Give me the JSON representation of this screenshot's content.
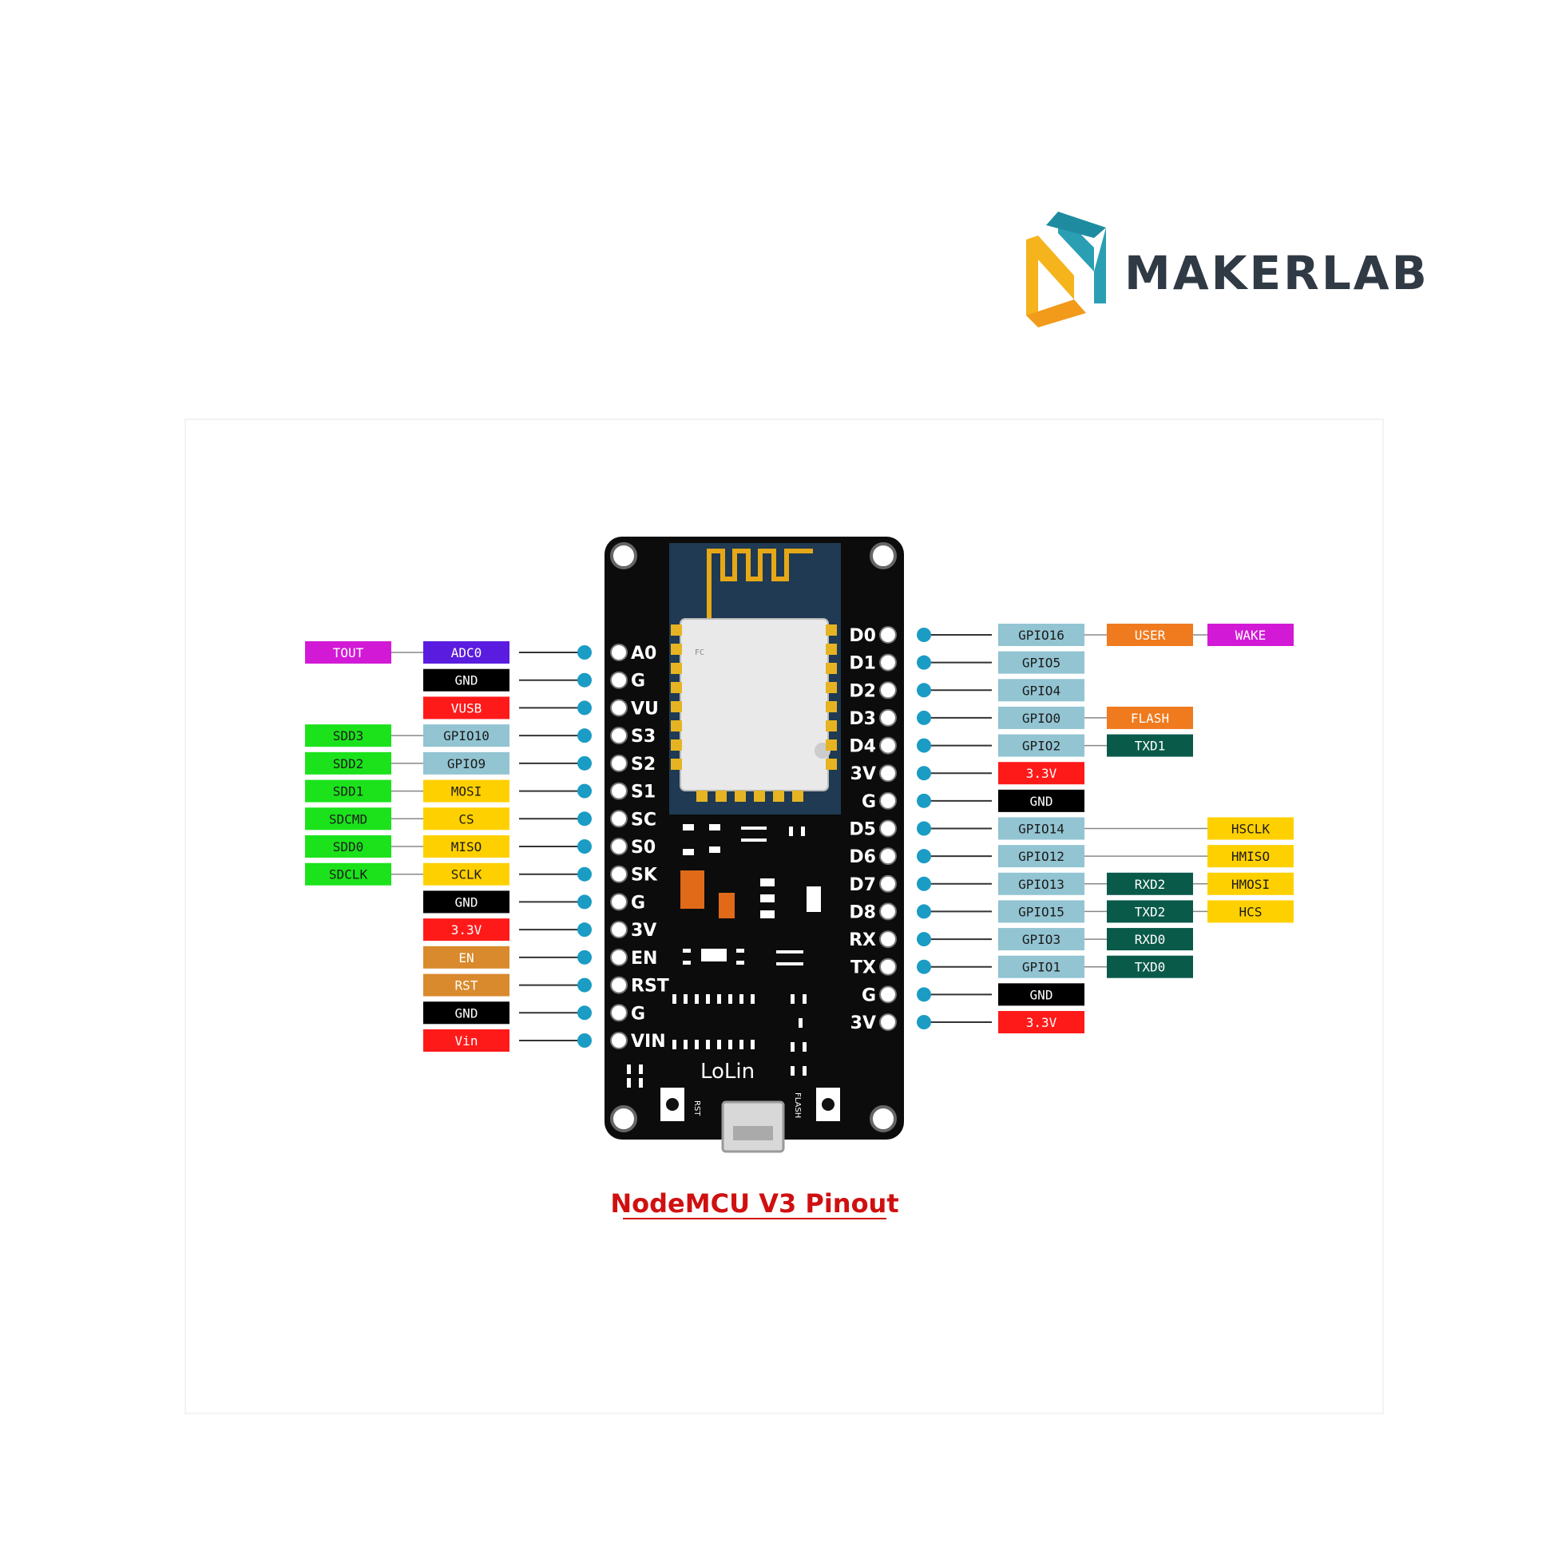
{
  "brand": {
    "name": "MAKERLAB"
  },
  "title": "NodeMCU V3 Pinout",
  "board": {
    "model_label": "LoLin",
    "rst_label": "RST",
    "flash_label": "FLASH"
  },
  "colors": {
    "gpio": "#92c4d2",
    "gnd": "#000000",
    "power": "#ff1a1a",
    "sd": "#1be21b",
    "spi": "#ffd000",
    "adc": "#5a1de0",
    "tout": "#d21ad6",
    "en": "#d98a2c",
    "orange": "#f07a1e",
    "uart": "#0a5a4a",
    "pin_dot": "#1a9cc4"
  },
  "left_pins": [
    {
      "pin": "A0",
      "tags": [
        {
          "text": "ADC0",
          "color": "adc"
        },
        {
          "text": "TOUT",
          "color": "tout"
        }
      ]
    },
    {
      "pin": "G",
      "tags": [
        {
          "text": "GND",
          "color": "gnd"
        }
      ]
    },
    {
      "pin": "VU",
      "tags": [
        {
          "text": "VUSB",
          "color": "power"
        }
      ]
    },
    {
      "pin": "S3",
      "tags": [
        {
          "text": "GPIO10",
          "color": "gpio"
        },
        {
          "text": "SDD3",
          "color": "sd"
        }
      ]
    },
    {
      "pin": "S2",
      "tags": [
        {
          "text": "GPIO9",
          "color": "gpio"
        },
        {
          "text": "SDD2",
          "color": "sd"
        }
      ]
    },
    {
      "pin": "S1",
      "tags": [
        {
          "text": "MOSI",
          "color": "spi"
        },
        {
          "text": "SDD1",
          "color": "sd"
        }
      ]
    },
    {
      "pin": "SC",
      "tags": [
        {
          "text": "CS",
          "color": "spi"
        },
        {
          "text": "SDCMD",
          "color": "sd"
        }
      ]
    },
    {
      "pin": "S0",
      "tags": [
        {
          "text": "MISO",
          "color": "spi"
        },
        {
          "text": "SDD0",
          "color": "sd"
        }
      ]
    },
    {
      "pin": "SK",
      "tags": [
        {
          "text": "SCLK",
          "color": "spi"
        },
        {
          "text": "SDCLK",
          "color": "sd"
        }
      ]
    },
    {
      "pin": "G",
      "tags": [
        {
          "text": "GND",
          "color": "gnd"
        }
      ]
    },
    {
      "pin": "3V",
      "tags": [
        {
          "text": "3.3V",
          "color": "power"
        }
      ]
    },
    {
      "pin": "EN",
      "tags": [
        {
          "text": "EN",
          "color": "en"
        }
      ]
    },
    {
      "pin": "RST",
      "tags": [
        {
          "text": "RST",
          "color": "en"
        }
      ]
    },
    {
      "pin": "G",
      "tags": [
        {
          "text": "GND",
          "color": "gnd"
        }
      ]
    },
    {
      "pin": "VIN",
      "tags": [
        {
          "text": "Vin",
          "color": "power"
        }
      ]
    }
  ],
  "right_pins": [
    {
      "pin": "D0",
      "tags": [
        {
          "text": "GPIO16",
          "color": "gpio"
        },
        {
          "text": "USER",
          "color": "orange"
        },
        {
          "text": "WAKE",
          "color": "tout"
        }
      ]
    },
    {
      "pin": "D1",
      "tags": [
        {
          "text": "GPIO5",
          "color": "gpio"
        }
      ]
    },
    {
      "pin": "D2",
      "tags": [
        {
          "text": "GPIO4",
          "color": "gpio"
        }
      ]
    },
    {
      "pin": "D3",
      "tags": [
        {
          "text": "GPIO0",
          "color": "gpio"
        },
        {
          "text": "FLASH",
          "color": "orange"
        }
      ]
    },
    {
      "pin": "D4",
      "tags": [
        {
          "text": "GPIO2",
          "color": "gpio"
        },
        {
          "text": "TXD1",
          "color": "uart"
        }
      ]
    },
    {
      "pin": "3V",
      "tags": [
        {
          "text": "3.3V",
          "color": "power"
        }
      ]
    },
    {
      "pin": "G",
      "tags": [
        {
          "text": "GND",
          "color": "gnd"
        }
      ]
    },
    {
      "pin": "D5",
      "tags": [
        {
          "text": "GPIO14",
          "color": "gpio"
        },
        {
          "text": "",
          "color": "none"
        },
        {
          "text": "HSCLK",
          "color": "spi"
        }
      ]
    },
    {
      "pin": "D6",
      "tags": [
        {
          "text": "GPIO12",
          "color": "gpio"
        },
        {
          "text": "",
          "color": "none"
        },
        {
          "text": "HMISO",
          "color": "spi"
        }
      ]
    },
    {
      "pin": "D7",
      "tags": [
        {
          "text": "GPIO13",
          "color": "gpio"
        },
        {
          "text": "RXD2",
          "color": "uart"
        },
        {
          "text": "HMOSI",
          "color": "spi"
        }
      ]
    },
    {
      "pin": "D8",
      "tags": [
        {
          "text": "GPIO15",
          "color": "gpio"
        },
        {
          "text": "TXD2",
          "color": "uart"
        },
        {
          "text": "HCS",
          "color": "spi"
        }
      ]
    },
    {
      "pin": "RX",
      "tags": [
        {
          "text": "GPIO3",
          "color": "gpio"
        },
        {
          "text": "RXD0",
          "color": "uart"
        }
      ]
    },
    {
      "pin": "TX",
      "tags": [
        {
          "text": "GPIO1",
          "color": "gpio"
        },
        {
          "text": "TXD0",
          "color": "uart"
        }
      ]
    },
    {
      "pin": "G",
      "tags": [
        {
          "text": "GND",
          "color": "gnd"
        }
      ]
    },
    {
      "pin": "3V",
      "tags": [
        {
          "text": "3.3V",
          "color": "power"
        }
      ]
    }
  ]
}
